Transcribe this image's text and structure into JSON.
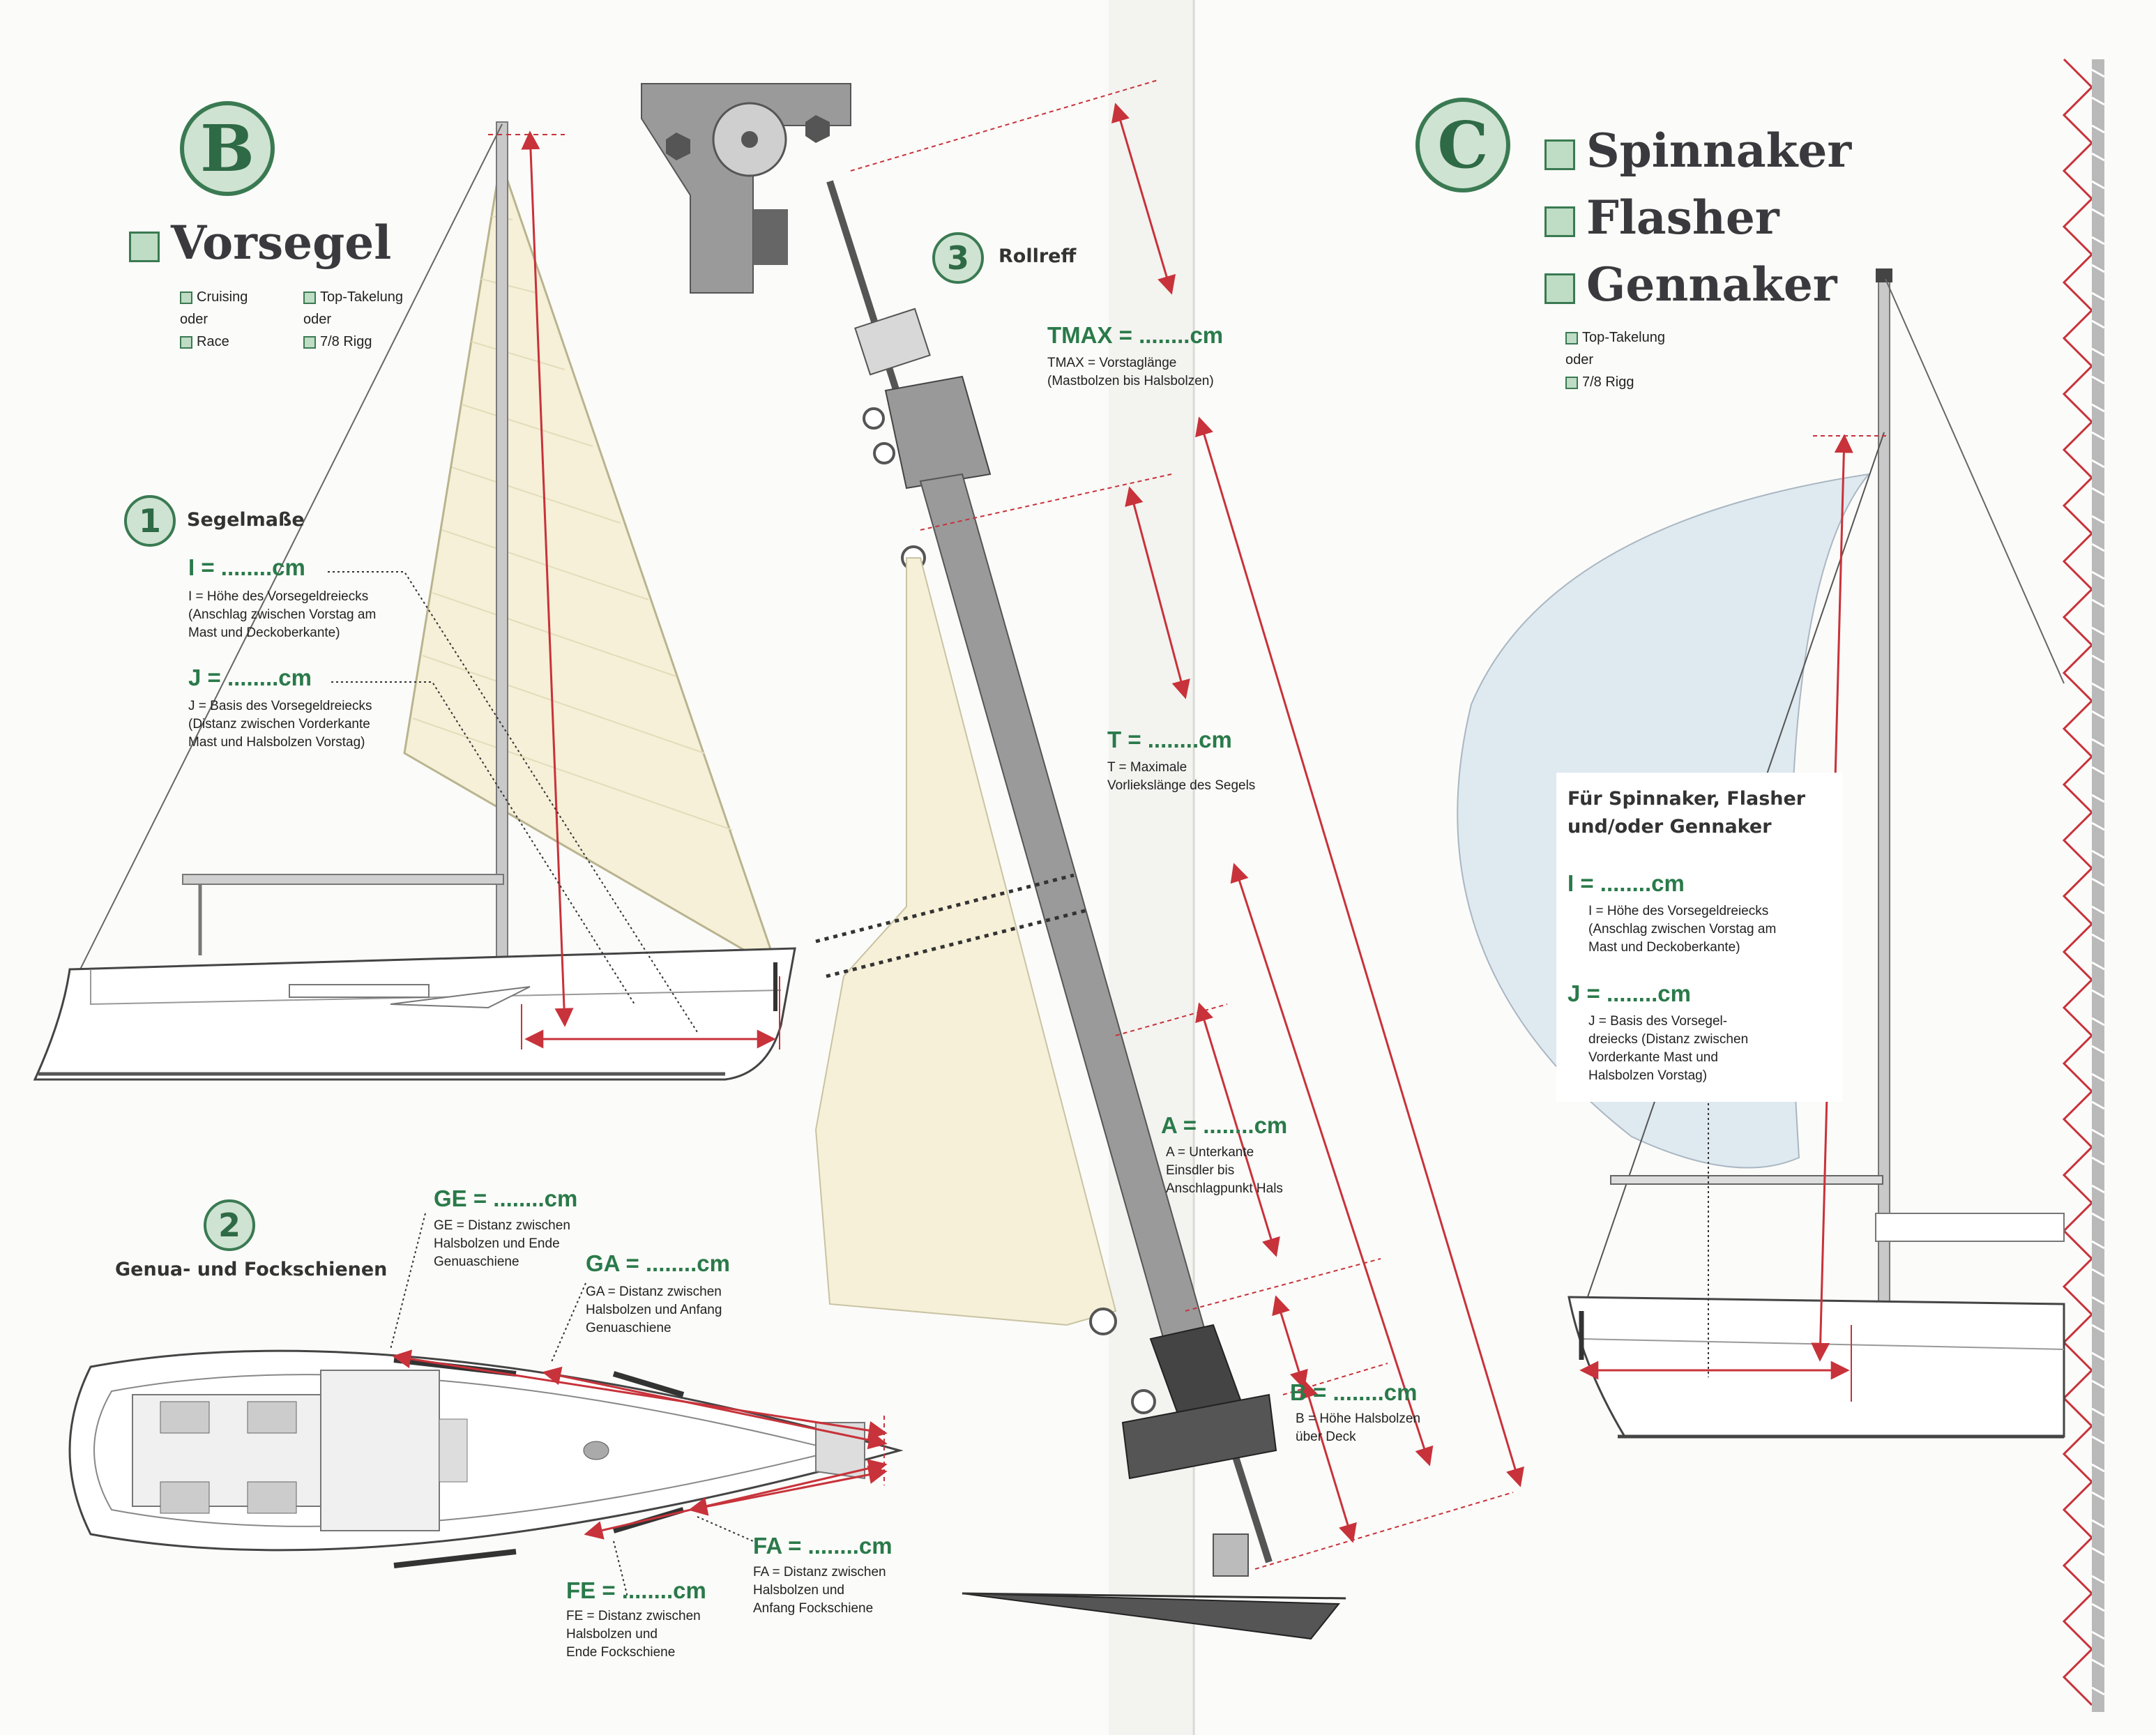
{
  "section_b": {
    "letter": "B",
    "title": "Vorsegel",
    "options_left": [
      "Cruising",
      "oder",
      "Race"
    ],
    "options_right": [
      "Top-Takelung",
      "oder",
      "7/8 Rigg"
    ]
  },
  "segelmasse": {
    "number": "1",
    "title": "Segelmaße",
    "i_label": "I = ........cm",
    "i_desc": "I = Höhe des Vorsegeldreiecks\n(Anschlag zwischen Vorstag am\nMast und Deckoberkante)",
    "j_label": "J = ........cm",
    "j_desc": "J = Basis des Vorsegeldreiecks\n(Distanz zwischen Vorderkante\nMast und Halsbolzen Vorstag)"
  },
  "schienen": {
    "number": "2",
    "title": "Genua- und Fockschienen",
    "ge_label": "GE = ........cm",
    "ge_desc": "GE = Distanz zwischen\nHalsbolzen und Ende\nGenuaschiene",
    "ga_label": "GA = ........cm",
    "ga_desc": "GA = Distanz zwischen\nHalsbolzen und Anfang\nGenuaschiene",
    "fe_label": "FE = ........cm",
    "fe_desc": "FE = Distanz zwischen\nHalsbolzen und\nEnde Fockschiene",
    "fa_label": "FA = ........cm",
    "fa_desc": "FA = Distanz zwischen\nHalsbolzen und\nAnfang Fockschiene"
  },
  "rollreff": {
    "number": "3",
    "title": "Rollreff",
    "tmax_label": "TMAX = ........cm",
    "tmax_desc": "TMAX = Vorstaglänge\n(Mastbolzen bis Halsbolzen)",
    "t_label": "T = ........cm",
    "t_desc": "T = Maximale\nVorliekslänge des Segels",
    "a_label": "A = ........cm",
    "a_desc": "A = Unterkante\nEinsdler bis\nAnschlagpunkt Hals",
    "b_label": "B = ........cm",
    "b_desc": "B = Höhe Halsbolzen\nüber Deck"
  },
  "section_c": {
    "letter": "C",
    "items": [
      "Spinnaker",
      "Flasher",
      "Gennaker"
    ],
    "options": [
      "Top-Takelung",
      "oder",
      "7/8 Rigg"
    ],
    "box_title": "Für Spinnaker, Flasher\nund/oder Gennaker",
    "i_label": "I = ........cm",
    "i_desc": "I = Höhe des Vorsegeldreiecks\n(Anschlag zwischen Vorstag am\nMast und Deckoberkante)",
    "j_label": "J = ........cm",
    "j_desc": "J = Basis des Vorsegel-\ndreiecks (Distanz zwischen\nVorderkante Mast und\nHalsbolzen Vorstag)"
  },
  "colors": {
    "accent_green": "#3a7a52",
    "measure_red": "#c8323a",
    "sail_cream": "#f6f0d8",
    "spinnaker_blue": "#dfe9f0"
  }
}
